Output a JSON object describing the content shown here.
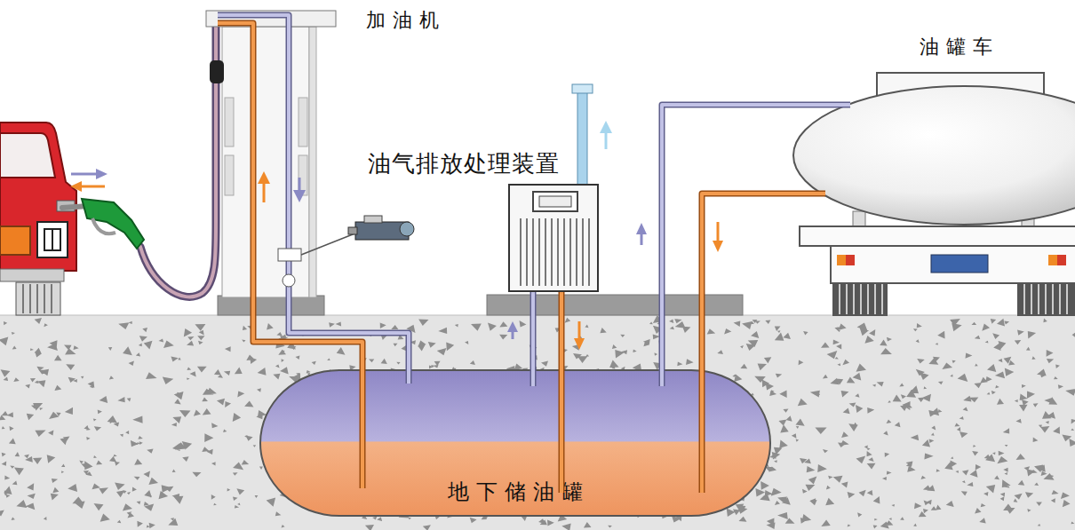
{
  "diagram": {
    "nodes": [
      {
        "text": [
          "加油机"
        ]
      },
      {
        "text": [
          "油罐车"
        ]
      },
      {
        "text": [
          "油气排放处理装置"
        ]
      },
      {
        "text": [
          "地下储油罐"
        ]
      }
    ],
    "edges": [
      {
        "from": 3,
        "to": 0,
        "arrow": "none"
      },
      {
        "from": 0,
        "to": 3,
        "arrow": "none"
      },
      {
        "from": 3,
        "to": 2,
        "arrow": "none"
      },
      {
        "from": 2,
        "to": 3,
        "arrow": "none"
      },
      {
        "from": 3,
        "to": 1,
        "arrow": "none"
      },
      {
        "from": 1,
        "to": 3,
        "arrow": "none"
      }
    ]
  }
}
